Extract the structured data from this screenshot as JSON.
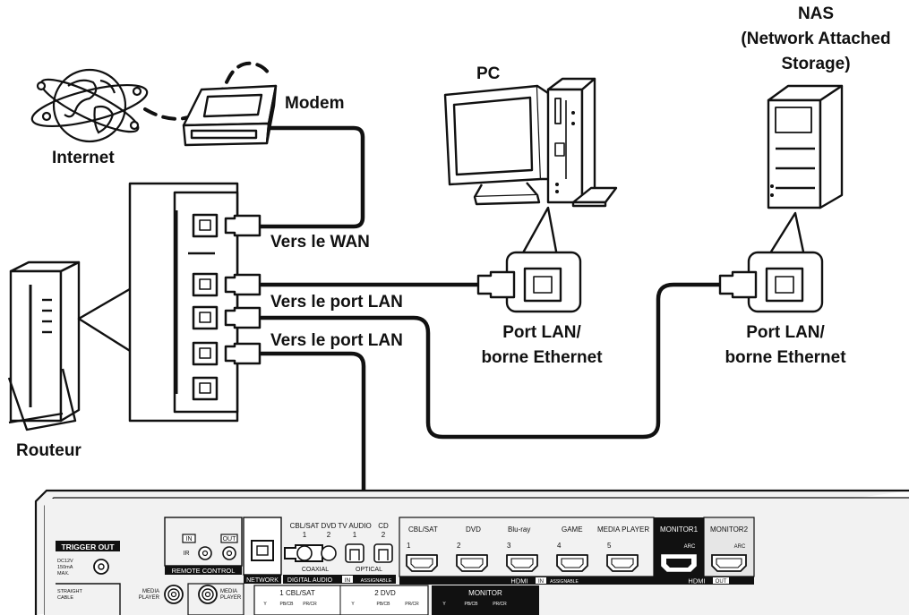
{
  "labels": {
    "internet": "Internet",
    "modem": "Modem",
    "pc": "PC",
    "nas_line1": "NAS",
    "nas_line2": "(Network Attached",
    "nas_line3": "Storage)",
    "wan": "Vers le WAN",
    "lan_port_1": "Vers le port LAN",
    "lan_port_2": "Vers le port LAN",
    "pc_port_line1": "Port LAN/",
    "pc_port_line2": "borne Ethernet",
    "nas_port_line1": "Port LAN/",
    "nas_port_line2": "borne Ethernet",
    "router": "Routeur"
  },
  "receiver_panel": {
    "trigger_out": "TRIGGER OUT",
    "dc_spec": [
      "DC12V",
      "150mA",
      "MAX."
    ],
    "straight_cable": [
      "STRAIGHT",
      "CABLE"
    ],
    "ir_in": "IN",
    "ir_out": "OUT",
    "ir": "IR",
    "remote_control": "REMOTE CONTROL",
    "network": "NETWORK",
    "coax_header": [
      "CBL/SAT",
      "DVD"
    ],
    "coax_numbers": [
      "1",
      "2"
    ],
    "coaxial": "COAXIAL",
    "optical_header": [
      "TV AUDIO",
      "CD"
    ],
    "optical_numbers": [
      "1",
      "2"
    ],
    "optical": "OPTICAL",
    "digital_audio": "DIGITAL AUDIO",
    "digital_audio_in": "IN",
    "assignable": "ASSIGNABLE",
    "hdmi_inputs": [
      "CBL/SAT",
      "DVD",
      "Blu-ray",
      "GAME",
      "MEDIA PLAYER"
    ],
    "hdmi_numbers": [
      "1",
      "2",
      "3",
      "4",
      "5"
    ],
    "hdmi_in": "HDMI",
    "hdmi_in_badge": "IN",
    "hdmi_assignable": "ASSIGNABLE",
    "monitor1": "MONITOR1",
    "monitor2": "MONITOR2",
    "arc": "ARC",
    "hdmi_out": "HDMI",
    "hdmi_out_badge": "OUT",
    "media_player_left": [
      "MEDIA",
      "PLAYER"
    ],
    "media_player_right": [
      "MEDIA",
      "PLAYER"
    ],
    "component_1": "1 CBL/SAT",
    "component_2": "2 DVD",
    "component_monitor": "MONITOR",
    "component_jacks": [
      "Y",
      "PB/CB",
      "PR/CR"
    ]
  },
  "colors": {
    "line": "#111111",
    "background": "#ffffff",
    "panel_fill": "#f2f2f2",
    "badge": "#111111"
  },
  "icons": [
    "globe-icon",
    "modem-icon",
    "router-icon",
    "pc-monitor-icon",
    "pc-tower-icon",
    "nas-icon",
    "lan-port-icon",
    "rj45-plug-icon"
  ]
}
